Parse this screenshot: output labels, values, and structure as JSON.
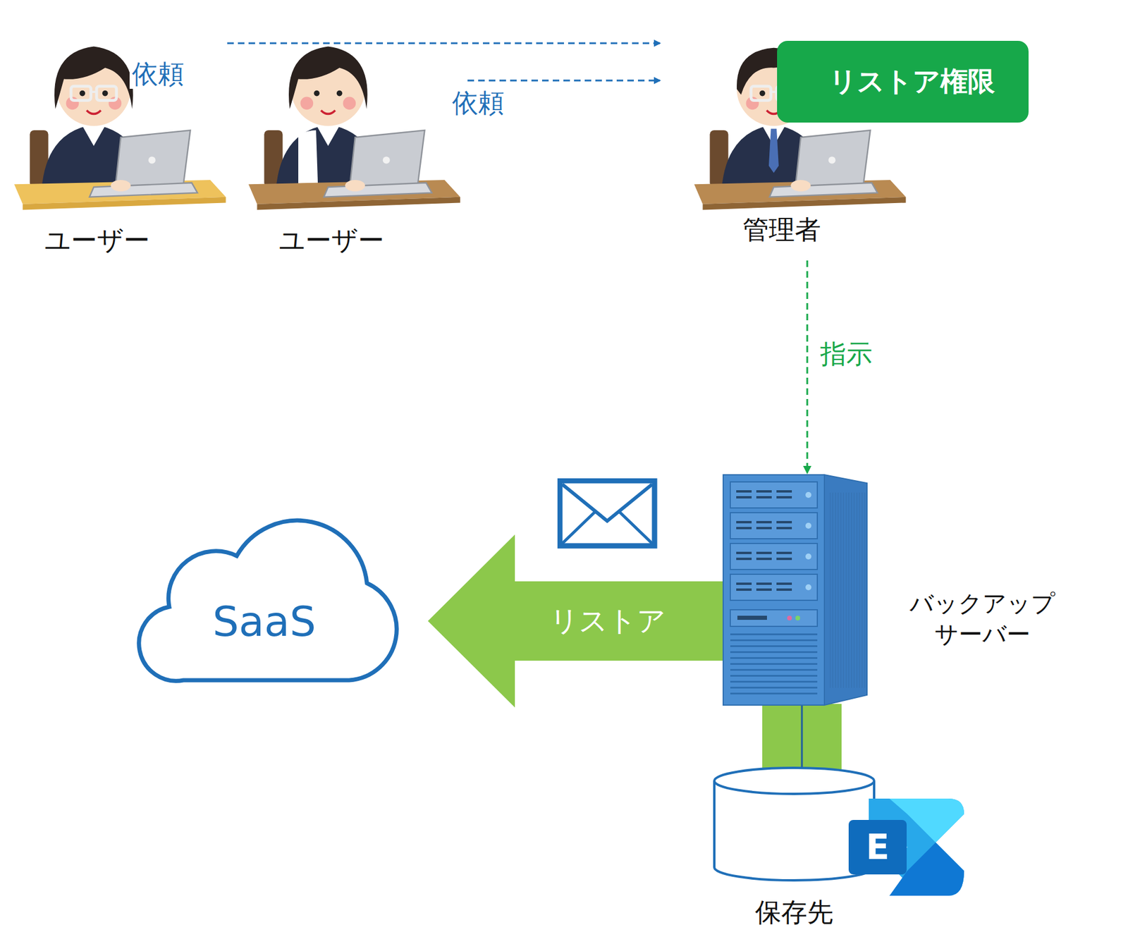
{
  "diagram": {
    "nodes": [
      {
        "text": [
          "ユーザー"
        ]
      },
      {
        "text": [
          "ユーザー"
        ]
      },
      {
        "text": [
          "管理者"
        ]
      },
      {
        "text": [
          "リストア権限"
        ],
        "in": 2
      },
      {
        "text": [
          "バックアップ サーバー"
        ]
      },
      {
        "text": [
          "SaaS"
        ]
      },
      {
        "text": [
          "保存先"
        ]
      }
    ],
    "edges": [
      {
        "from": 0,
        "to": 2,
        "label": "依頼",
        "arrow": "to"
      },
      {
        "from": 1,
        "to": 2,
        "label": "依頼",
        "arrow": "to"
      },
      {
        "from": 2,
        "to": 4,
        "label": "指示",
        "arrow": "to"
      },
      {
        "from": 4,
        "to": 5,
        "label": "リストア",
        "arrow": "to"
      },
      {
        "from": 4,
        "to": 6,
        "arrow": "none"
      }
    ],
    "labels": [
      "E"
    ]
  }
}
